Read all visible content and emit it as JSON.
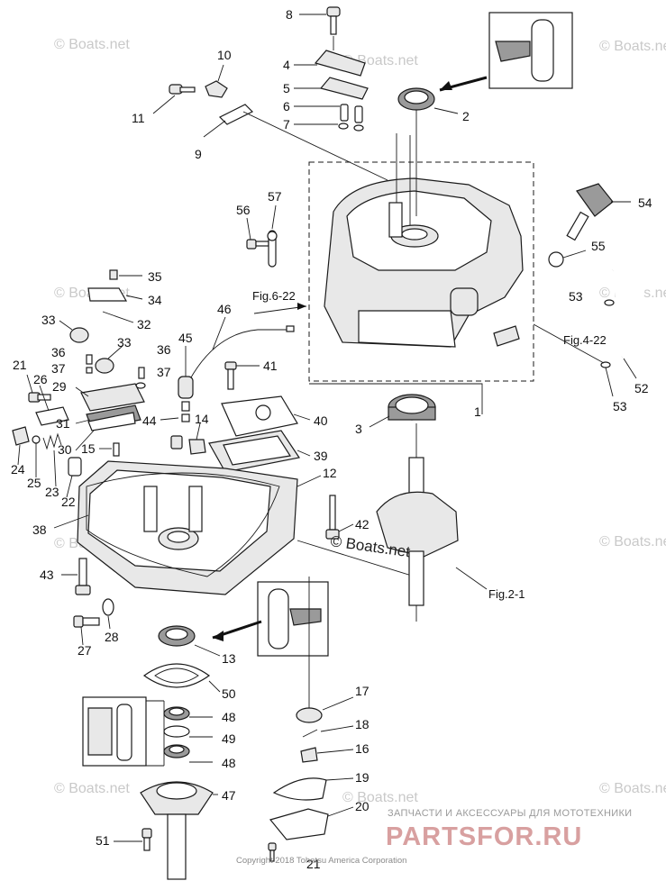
{
  "callouts": [
    {
      "id": "c8",
      "text": "8"
    },
    {
      "id": "c4",
      "text": "4"
    },
    {
      "id": "c5",
      "text": "5"
    },
    {
      "id": "c6",
      "text": "6"
    },
    {
      "id": "c7",
      "text": "7"
    },
    {
      "id": "c2",
      "text": "2"
    },
    {
      "id": "c10",
      "text": "10"
    },
    {
      "id": "c11",
      "text": "11"
    },
    {
      "id": "c9",
      "text": "9"
    },
    {
      "id": "c56",
      "text": "56"
    },
    {
      "id": "c57",
      "text": "57"
    },
    {
      "id": "c54",
      "text": "54"
    },
    {
      "id": "c55",
      "text": "55"
    },
    {
      "id": "c53a",
      "text": "53"
    },
    {
      "id": "c52",
      "text": "52"
    },
    {
      "id": "c53b",
      "text": "53"
    },
    {
      "id": "c35",
      "text": "35"
    },
    {
      "id": "c34",
      "text": "34"
    },
    {
      "id": "c33a",
      "text": "33"
    },
    {
      "id": "c32",
      "text": "32"
    },
    {
      "id": "c33b",
      "text": "33"
    },
    {
      "id": "c36a",
      "text": "36"
    },
    {
      "id": "c37a",
      "text": "37"
    },
    {
      "id": "c36b",
      "text": "36"
    },
    {
      "id": "c37b",
      "text": "37"
    },
    {
      "id": "c46",
      "text": "46"
    },
    {
      "id": "c45",
      "text": "45"
    },
    {
      "id": "c41",
      "text": "41"
    },
    {
      "id": "c21a",
      "text": "21"
    },
    {
      "id": "c26",
      "text": "26"
    },
    {
      "id": "c29",
      "text": "29"
    },
    {
      "id": "c31",
      "text": "31"
    },
    {
      "id": "c30",
      "text": "30"
    },
    {
      "id": "c44",
      "text": "44"
    },
    {
      "id": "c14",
      "text": "14"
    },
    {
      "id": "c40",
      "text": "40"
    },
    {
      "id": "c1",
      "text": "1"
    },
    {
      "id": "c3",
      "text": "3"
    },
    {
      "id": "c24",
      "text": "24"
    },
    {
      "id": "c25",
      "text": "25"
    },
    {
      "id": "c15",
      "text": "15"
    },
    {
      "id": "c23",
      "text": "23"
    },
    {
      "id": "c22",
      "text": "22"
    },
    {
      "id": "c39",
      "text": "39"
    },
    {
      "id": "c12",
      "text": "12"
    },
    {
      "id": "c38",
      "text": "38"
    },
    {
      "id": "c42",
      "text": "42"
    },
    {
      "id": "c43",
      "text": "43"
    },
    {
      "id": "c27",
      "text": "27"
    },
    {
      "id": "c28",
      "text": "28"
    },
    {
      "id": "c13",
      "text": "13"
    },
    {
      "id": "c50",
      "text": "50"
    },
    {
      "id": "c48a",
      "text": "48"
    },
    {
      "id": "c49",
      "text": "49"
    },
    {
      "id": "c48b",
      "text": "48"
    },
    {
      "id": "c47",
      "text": "47"
    },
    {
      "id": "c17",
      "text": "17"
    },
    {
      "id": "c18",
      "text": "18"
    },
    {
      "id": "c16",
      "text": "16"
    },
    {
      "id": "c19",
      "text": "19"
    },
    {
      "id": "c20",
      "text": "20"
    },
    {
      "id": "c51",
      "text": "51"
    },
    {
      "id": "c21b",
      "text": "21"
    }
  ],
  "references": {
    "fig6_22": "Fig.6-22",
    "fig4_22": "Fig.4-22",
    "fig2_1": "Fig.2-1"
  },
  "watermark": {
    "repeat_text": "© Boats.net",
    "center_text": "© Boats.net"
  },
  "footer": {
    "copyright": "Copyright 2018 Tohatsu America Corporation",
    "shop_tagline": "ЗАПЧАСТИ И АКСЕССУАРЫ ДЛЯ МОТОТЕХНИКИ",
    "shop_brand": "PARTSFOR.RU"
  }
}
